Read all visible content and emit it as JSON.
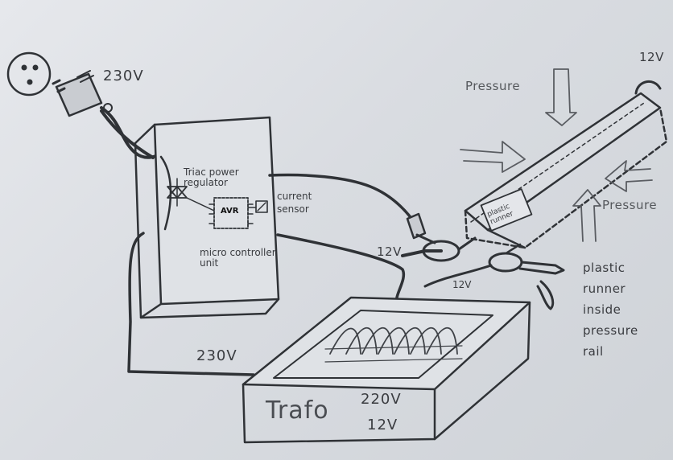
{
  "labels": {
    "mains_voltage": "230V",
    "pressure_top": "Pressure",
    "pressure_right": "Pressure",
    "voltage_top_right": "12V",
    "triac": "Triac power regulator",
    "avr": "AVR",
    "current_sensor": "current sensor",
    "micro_controller": "micro controller unit",
    "plastic_runner_small": "plastic runner",
    "twelve_v_left": "12V",
    "twelve_v_mid": "12V",
    "plastic_runner_note": "plastic runner inside pressure rail",
    "box_voltage": "230V",
    "trafo": "Trafo",
    "trafo_primary": "220V",
    "trafo_secondary": "12V"
  }
}
